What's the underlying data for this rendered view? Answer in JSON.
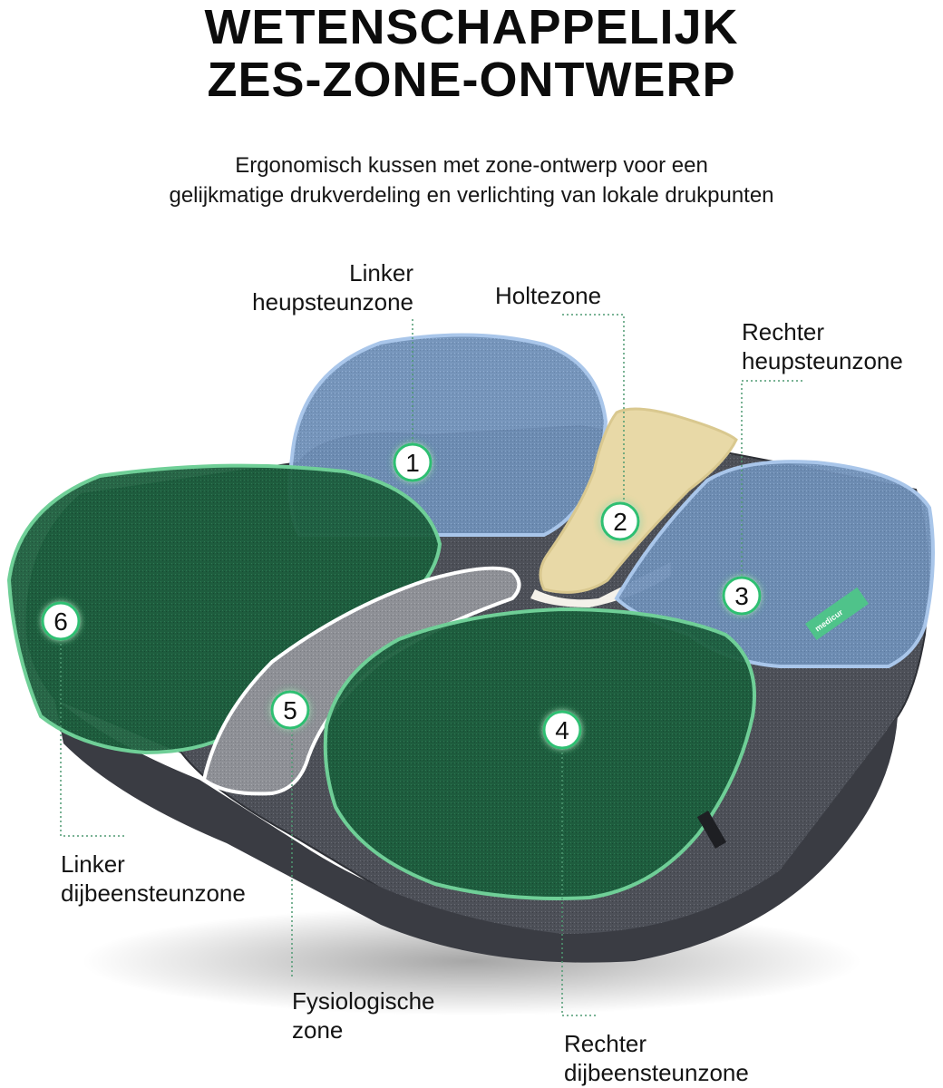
{
  "heading": {
    "line1": "WETENSCHAPPELIJK",
    "line2": "ZES-ZONE-ONTWERP"
  },
  "subtitle": {
    "line1": "Ergonomisch kussen met zone-ontwerp voor een",
    "line2": "gelijkmatige drukverdeling en verlichting van lokale drukpunten"
  },
  "zones": [
    {
      "number": "1",
      "label_line1": "Linker",
      "label_line2": "heupsteunzone",
      "color": "#7fa6d6"
    },
    {
      "number": "2",
      "label_line1": "Holtezone",
      "label_line2": "",
      "color": "#e6d7a6"
    },
    {
      "number": "3",
      "label_line1": "Rechter",
      "label_line2": "heupsteunzone",
      "color": "#7fa6d6"
    },
    {
      "number": "4",
      "label_line1": "Rechter",
      "label_line2": "dijbeensteunzone",
      "color": "#1f6b45"
    },
    {
      "number": "5",
      "label_line1": "Fysiologische",
      "label_line2": "zone",
      "color": "#9a9a9a"
    },
    {
      "number": "6",
      "label_line1": "Linker",
      "label_line2": "dijbeensteunzone",
      "color": "#1f6b45"
    }
  ],
  "brand_tag": "medicur",
  "colors": {
    "leader_line": "#4f9a72",
    "cushion_base": "#4a4d55"
  }
}
